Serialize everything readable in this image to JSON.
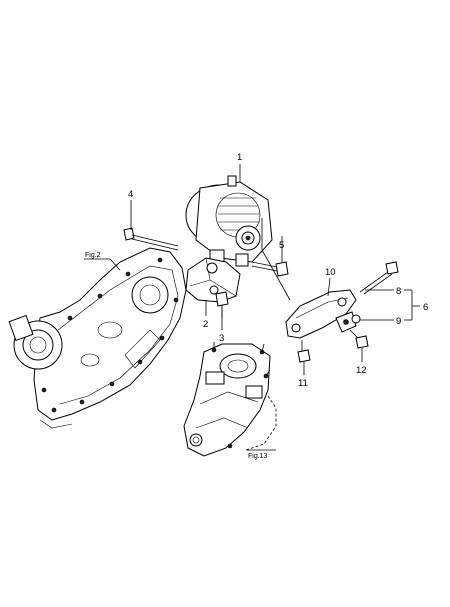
{
  "callouts": {
    "c1": "1",
    "c2": "2",
    "c3": "3",
    "c4": "4",
    "c5": "5",
    "c6": "6",
    "c8": "8",
    "c9": "9",
    "c10": "10",
    "c11": "11",
    "c12": "12"
  },
  "figure_refs": {
    "fig2": "Fig.2",
    "fig13": "Fig.13"
  }
}
